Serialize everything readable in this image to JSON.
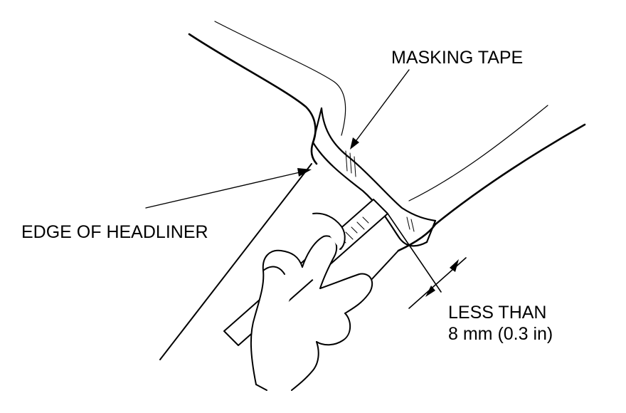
{
  "labels": {
    "masking_tape": "MASKING TAPE",
    "edge_of_headliner": "EDGE OF HEADLINER",
    "less_than_line1": "LESS THAN",
    "less_than_line2": "8 mm (0.3 in)"
  },
  "colors": {
    "ink": "#000000",
    "paper": "#ffffff"
  }
}
